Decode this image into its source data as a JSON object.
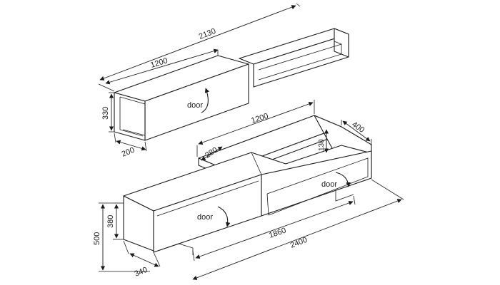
{
  "diagram": {
    "dimensions": {
      "top_total_width": "2130",
      "top_cabinet_width": "1200",
      "top_cabinet_height": "330",
      "top_cabinet_depth": "200",
      "shelf_width": "1200",
      "shelf_depth": "280",
      "shelf_height": "130",
      "base_depth": "400",
      "cabinet_height": "380",
      "total_height": "500",
      "base_depth_front": "340",
      "inner_width": "1860",
      "total_width": "2400"
    },
    "door_labels": {
      "top_door": "door",
      "left_door": "door",
      "right_door": "door"
    }
  }
}
